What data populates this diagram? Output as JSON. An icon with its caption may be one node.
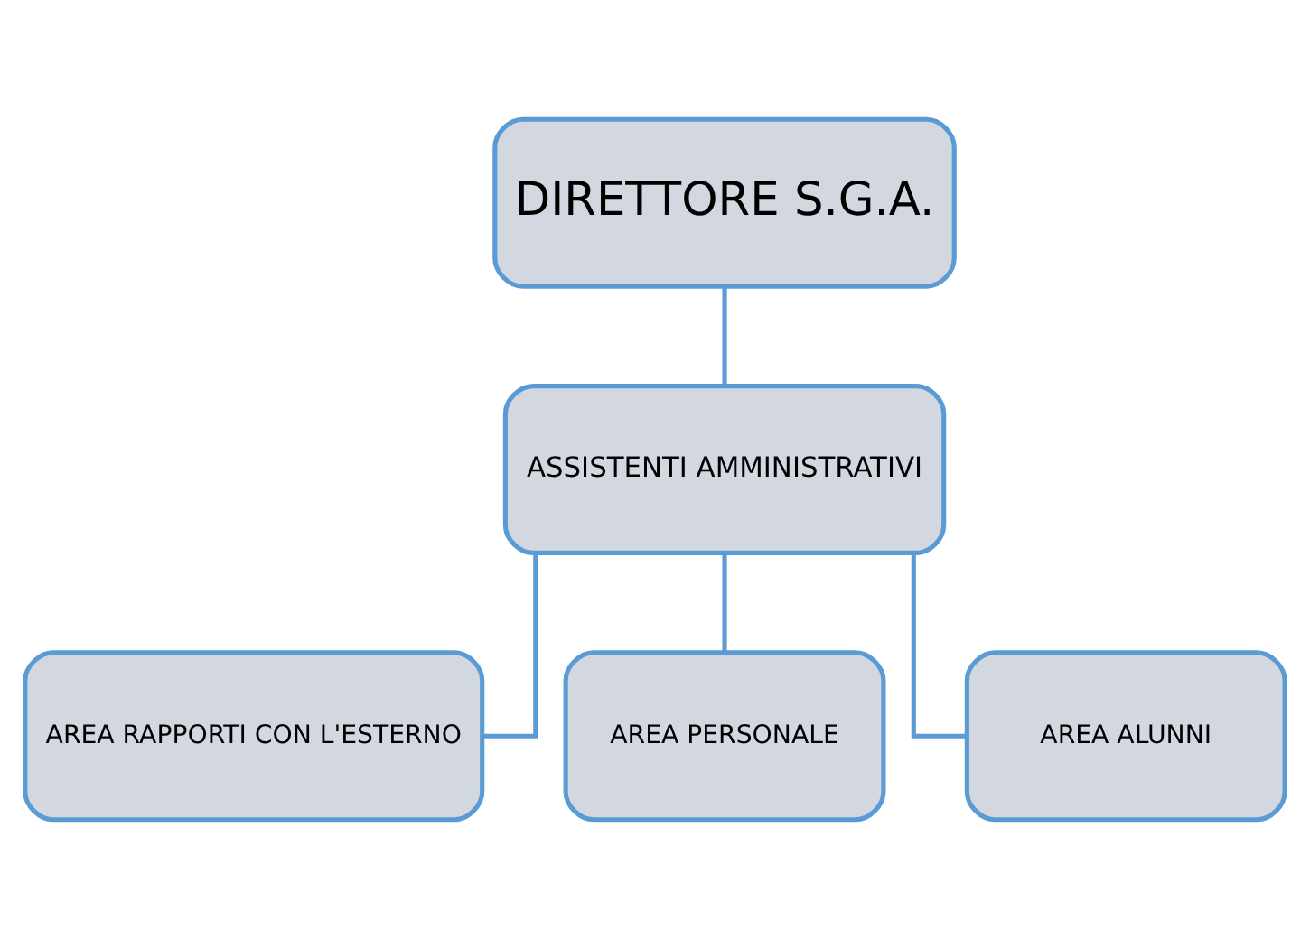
{
  "diagram": {
    "nodes": [
      {
        "text": [
          "DIRETTORE S.G.A."
        ]
      },
      {
        "text": [
          "ASSISTENTI AMMINISTRATIVI"
        ]
      },
      {
        "text": [
          "AREA RAPPORTI CON L'ESTERNO"
        ]
      },
      {
        "text": [
          "AREA PERSONALE"
        ]
      },
      {
        "text": [
          "AREA ALUNNI"
        ]
      }
    ],
    "edges": [
      {
        "from": 0,
        "to": 1,
        "arrow": "none"
      },
      {
        "from": 1,
        "to": 2,
        "arrow": "none"
      },
      {
        "from": 1,
        "to": 3,
        "arrow": "none"
      },
      {
        "from": 1,
        "to": 4,
        "arrow": "none"
      }
    ]
  }
}
